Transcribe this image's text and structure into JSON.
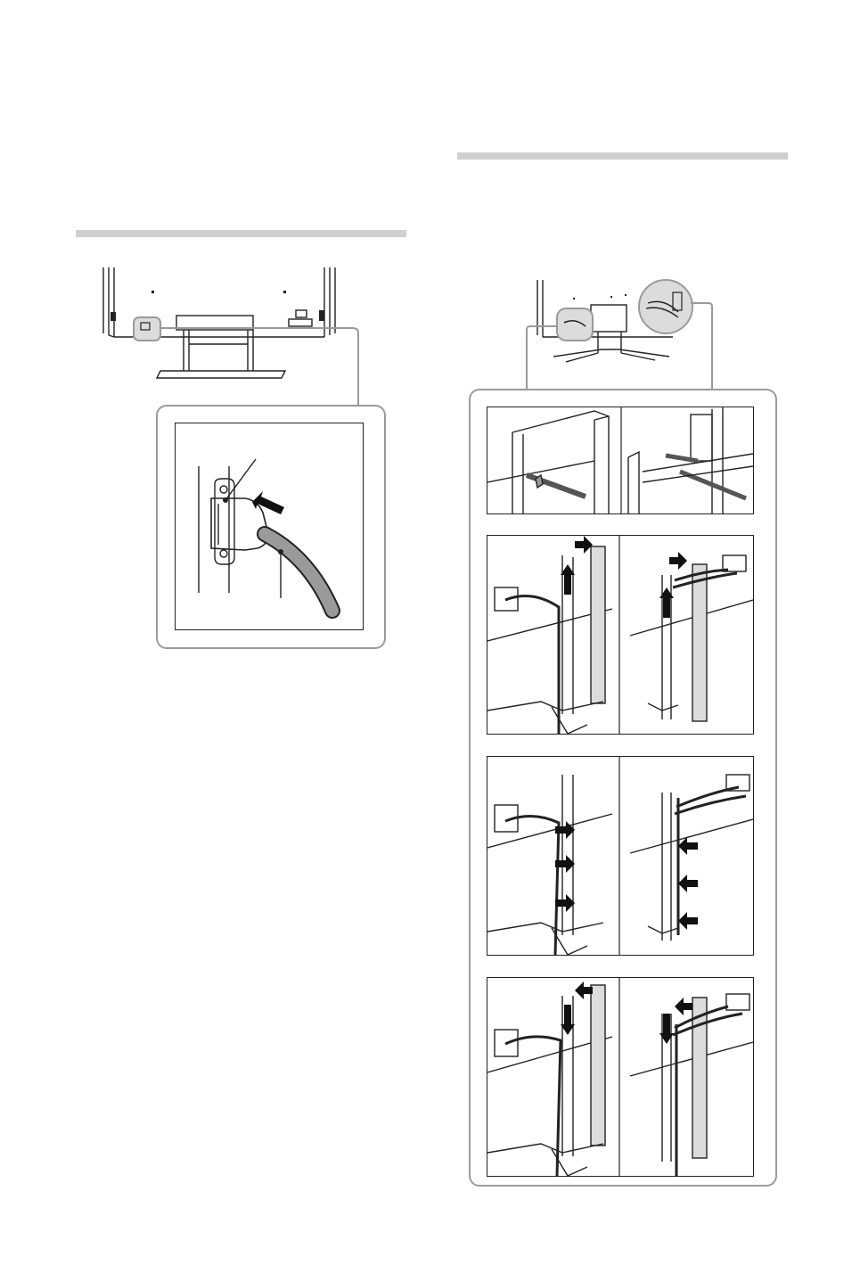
{
  "page": {
    "background": "#ffffff",
    "rule_color": "#cfcfcf",
    "frame_color": "#9a9a9a",
    "line_color": "#222222"
  },
  "left_section": {
    "overview_illustration": "tv-rear-power-inlet",
    "detail_illustration": "power-cord-plug-in"
  },
  "right_section": {
    "overview_illustration": "tv-rear-stand-cable-routing",
    "steps": [
      {
        "illustration": "cables-at-stand-neck"
      },
      {
        "illustration": "remove-cable-cover"
      },
      {
        "illustration": "place-cables-in-clips"
      },
      {
        "illustration": "reattach-cable-cover"
      }
    ]
  }
}
